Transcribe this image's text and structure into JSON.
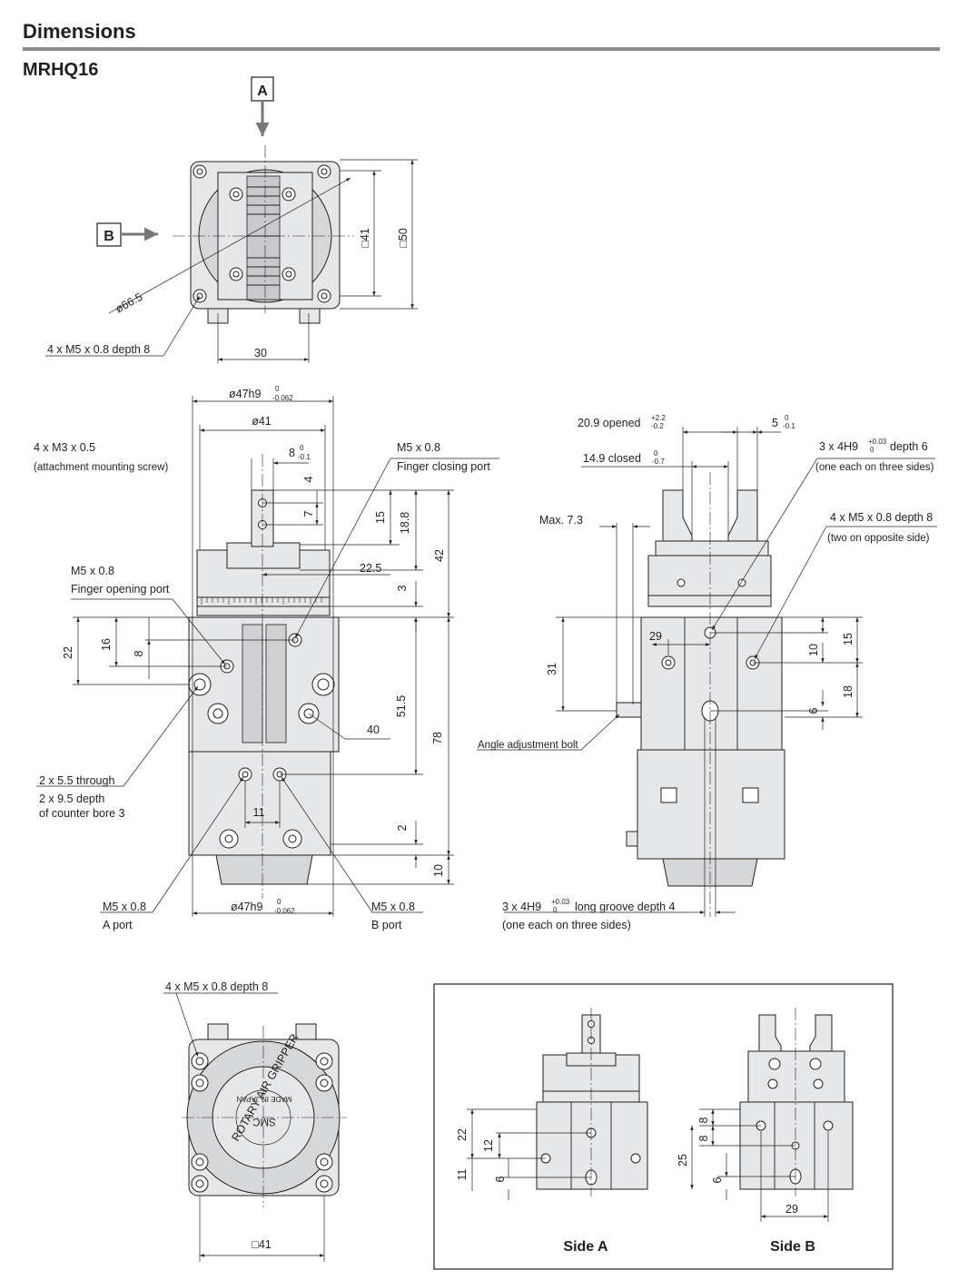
{
  "header": {
    "title": "Dimensions",
    "model": "MRHQ16"
  },
  "view_markers": {
    "a": "A",
    "b": "B"
  },
  "top_view": {
    "dia": "ø66.5",
    "tap": "4 x M5 x 0.8 depth 8",
    "pitch": "30",
    "sq_inner": "□41",
    "sq_outer": "□50"
  },
  "front_view": {
    "d47_top": "ø47h9",
    "d47_top_tol_hi": "0",
    "d47_top_tol_lo": "-0.062",
    "d41": "ø41",
    "att_screw": "4 x M3 x 0.5",
    "att_screw_note": "(attachment mounting screw)",
    "w8": "8",
    "w8_tol_hi": "0",
    "w8_tol_lo": "-0.1",
    "d4": "4",
    "d7": "7",
    "d15": "15",
    "d18_8": "18.8",
    "d42": "42",
    "d22_5": "22.5",
    "d3": "3",
    "close_port": "M5 x 0.8",
    "close_port_note": "Finger closing port",
    "open_port": "M5 x 0.8",
    "open_port_note": "Finger opening port",
    "d22": "22",
    "d16": "16",
    "d8": "8",
    "d51_5": "51.5",
    "d78": "78",
    "d40": "40",
    "through": "2 x 5.5 through",
    "cbore1": "2 x 9.5 depth",
    "cbore2": "of counter bore 3",
    "d11": "11",
    "d2": "2",
    "d10": "10",
    "a_port": "M5 x 0.8",
    "a_port_note": "A port",
    "b_port": "M5 x 0.8",
    "b_port_note": "B port",
    "d47_bot": "ø47h9",
    "d47_bot_tol_hi": "0",
    "d47_bot_tol_lo": "-0.062"
  },
  "side_view": {
    "opened": "20.9 opened",
    "opened_tol_hi": "+2.2",
    "opened_tol_lo": "-0.2",
    "closed": "14.9 closed",
    "closed_tol_hi": "0",
    "closed_tol_lo": "-0.7",
    "w5": "5",
    "w5_tol_hi": "0",
    "w5_tol_lo": "-0.1",
    "pin_hole": "3 x 4H9",
    "pin_hole_tol_hi": "+0.03",
    "pin_hole_tol_lo": "0",
    "pin_hole_depth": "depth 6",
    "pin_hole_note": "(one each on three sides)",
    "tap": "4 x M5 x 0.8 depth 8",
    "tap_note": "(two on opposite side)",
    "max": "Max. 7.3",
    "d31": "31",
    "d29": "29",
    "d10": "10",
    "d15": "15",
    "d18": "18",
    "d6": "6",
    "bolt": "Angle adjustment bolt",
    "groove": "3 x 4H9",
    "groove_tol_hi": "+0.03",
    "groove_tol_lo": "0",
    "groove_depth": "long groove depth 4",
    "groove_note": "(one each on three sides)"
  },
  "bottom_view": {
    "tap": "4 x M5 x 0.8 depth 8",
    "sq": "□41",
    "label_ring": "ROTARY AIR GRIPPER",
    "label_brand": "SMC",
    "label_origin": "MADE IN JAPAN"
  },
  "inset": {
    "side_a_title": "Side A",
    "side_b_title": "Side B",
    "a_d22": "22",
    "a_d12": "12",
    "a_d11": "11",
    "a_d6": "6",
    "b_d8a": "8",
    "b_d8b": "8",
    "b_d25": "25",
    "b_d6": "6",
    "b_d29": "29"
  }
}
